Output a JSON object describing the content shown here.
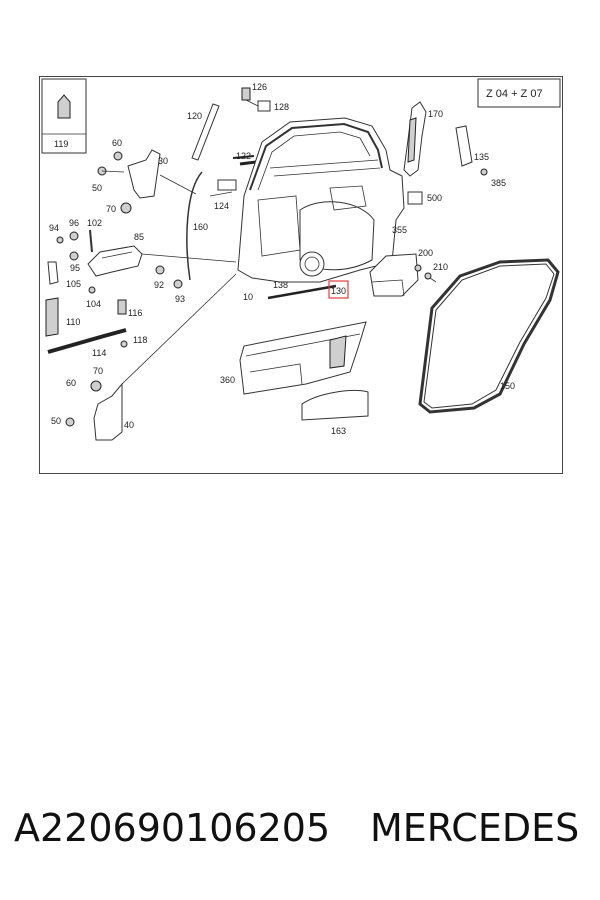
{
  "diagram": {
    "variant_label": "Z 04 + Z 07",
    "parts": [
      "119",
      "126",
      "128",
      "120",
      "60",
      "30",
      "50",
      "70",
      "122",
      "124",
      "170",
      "135",
      "385",
      "500",
      "94",
      "96",
      "102",
      "85",
      "160",
      "93",
      "95",
      "92",
      "105",
      "104",
      "110",
      "116",
      "114",
      "118",
      "10",
      "138",
      "130",
      "355",
      "200",
      "210",
      "150",
      "360",
      "163",
      "40"
    ],
    "highlighted_part": "130"
  },
  "caption": {
    "part_number": "A220690106205",
    "brand": "MERCEDES"
  },
  "colors": {
    "highlight": "#e23b3b",
    "line": "#333333"
  }
}
